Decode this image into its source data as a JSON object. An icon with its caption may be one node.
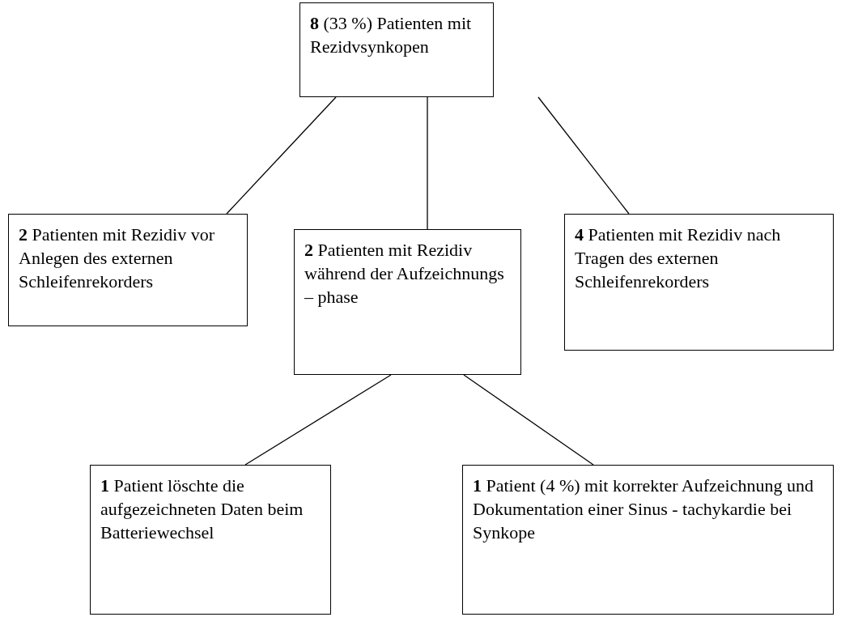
{
  "diagram": {
    "nodes": [
      {
        "text": [
          "**8** (33 %) Patienten mit Rezidvsynkopen"
        ]
      },
      {
        "text": [
          "**2** Patienten mit Rezidiv vor Anlegen des externen Schleifenrekorders"
        ]
      },
      {
        "text": [
          "**2** Patienten mit Rezidiv während der Aufzeichnungs – phase"
        ]
      },
      {
        "text": [
          "**4** Patienten mit Rezidiv nach Tragen des externen Schleifenrekorders"
        ]
      },
      {
        "text": [
          "**1** Patient löschte die aufgezeichneten Daten beim Batteriewechsel"
        ]
      },
      {
        "text": [
          "**1** Patient (4 %) mit korrekter Aufzeichnung und Dokumentation einer Sinus - tachykardie bei Synkope"
        ]
      }
    ],
    "edges": [
      {
        "from": 0,
        "to": 1,
        "arrow": "none"
      },
      {
        "from": 0,
        "to": 2,
        "arrow": "none"
      },
      {
        "from": 0,
        "to": 3,
        "arrow": "none"
      },
      {
        "from": 2,
        "to": 4,
        "arrow": "none"
      },
      {
        "from": 2,
        "to": 5,
        "arrow": "none"
      }
    ]
  }
}
